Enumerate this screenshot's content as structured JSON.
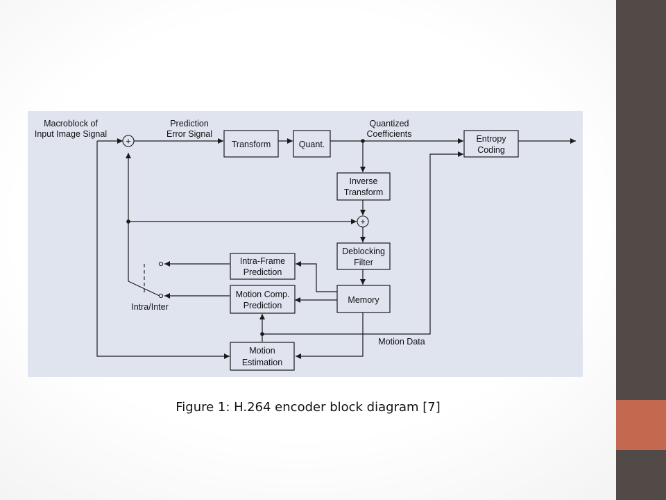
{
  "theme": {
    "panel_bg": "#e0e4ef",
    "sidebar": "#524a47",
    "accent": "#c4694f",
    "line": "#1a1a1a"
  },
  "caption": "Figure 1: H.264 encoder block diagram [7]",
  "blocks": {
    "transform": [
      "Transform"
    ],
    "quant": [
      "Quant."
    ],
    "entropy": [
      "Entropy",
      "Coding"
    ],
    "inverse": [
      "Inverse",
      "Transform"
    ],
    "deblocking": [
      "Deblocking",
      "Filter"
    ],
    "memory": [
      "Memory"
    ],
    "intra": [
      "Intra-Frame",
      "Prediction"
    ],
    "motion_comp": [
      "Motion Comp.",
      "Prediction"
    ],
    "motion_est": [
      "Motion",
      "Estimation"
    ]
  },
  "labels": {
    "input": [
      "Macroblock of",
      "Input Image Signal"
    ],
    "pred_error": [
      "Prediction",
      "Error Signal"
    ],
    "quantized": [
      "Quantized",
      "Coefficients"
    ],
    "switch": [
      "Intra/Inter"
    ],
    "motion_data": [
      "Motion Data"
    ]
  },
  "sum_symbol": "+"
}
